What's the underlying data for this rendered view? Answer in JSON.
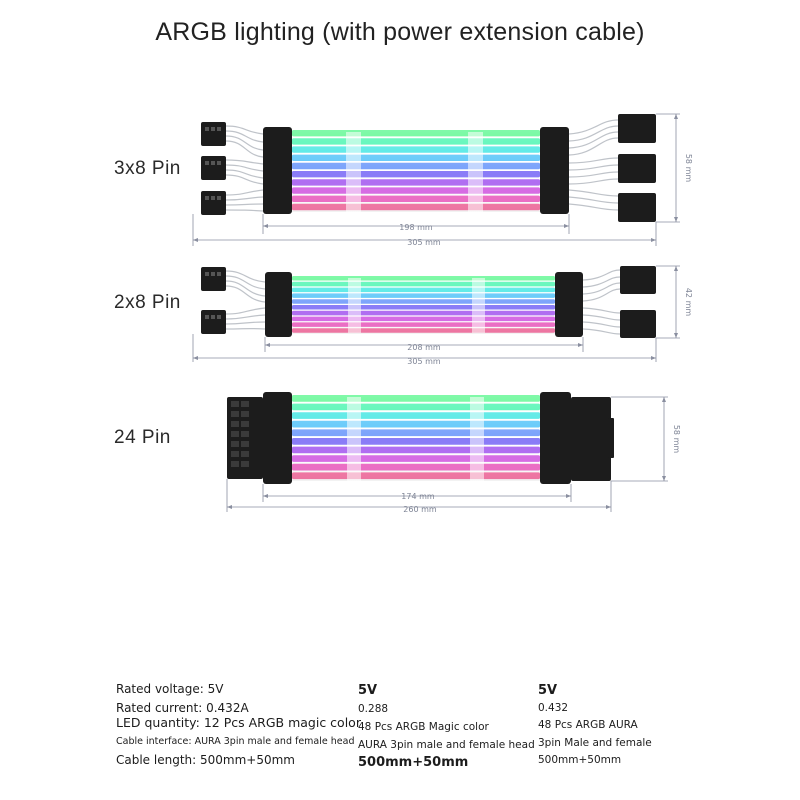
{
  "title": "ARGB lighting (with power extension cable)",
  "cables": [
    {
      "label": "3x8 Pin",
      "inner_length": "198 mm",
      "outer_length": "305 mm",
      "height": "58 mm"
    },
    {
      "label": "2x8 Pin",
      "inner_length": "208 mm",
      "outer_length": "305 mm",
      "height": "42 mm"
    },
    {
      "label": "24 Pin",
      "inner_length": "174 mm",
      "outer_length": "260 mm",
      "height": "58 mm"
    }
  ],
  "specs": {
    "col1": [
      "Rated voltage: 5V",
      "Rated current: 0.432A",
      "LED quantity: 12 Pcs ARGB magic color",
      "Cable interface: AURA 3pin male and female head",
      "Cable length: 500mm+50mm"
    ],
    "col2": [
      "5V",
      "0.288",
      "48 Pcs ARGB Magic color",
      "AURA 3pin male and female head",
      "500mm+50mm"
    ],
    "col3": [
      "5V",
      "0.432",
      "48 Pcs ARGB AURA",
      "3pin Male and female",
      "500mm+50mm"
    ]
  },
  "colors": {
    "stripes": [
      "#57f78c",
      "#4af5b0",
      "#4de8e4",
      "#61c8fa",
      "#7aa2fb",
      "#8a7cf7",
      "#b06df2",
      "#d86be6",
      "#f06fc8",
      "#f77aa8"
    ],
    "connector": "#1c1c1c",
    "dimension_line": "#8a8fa0"
  }
}
